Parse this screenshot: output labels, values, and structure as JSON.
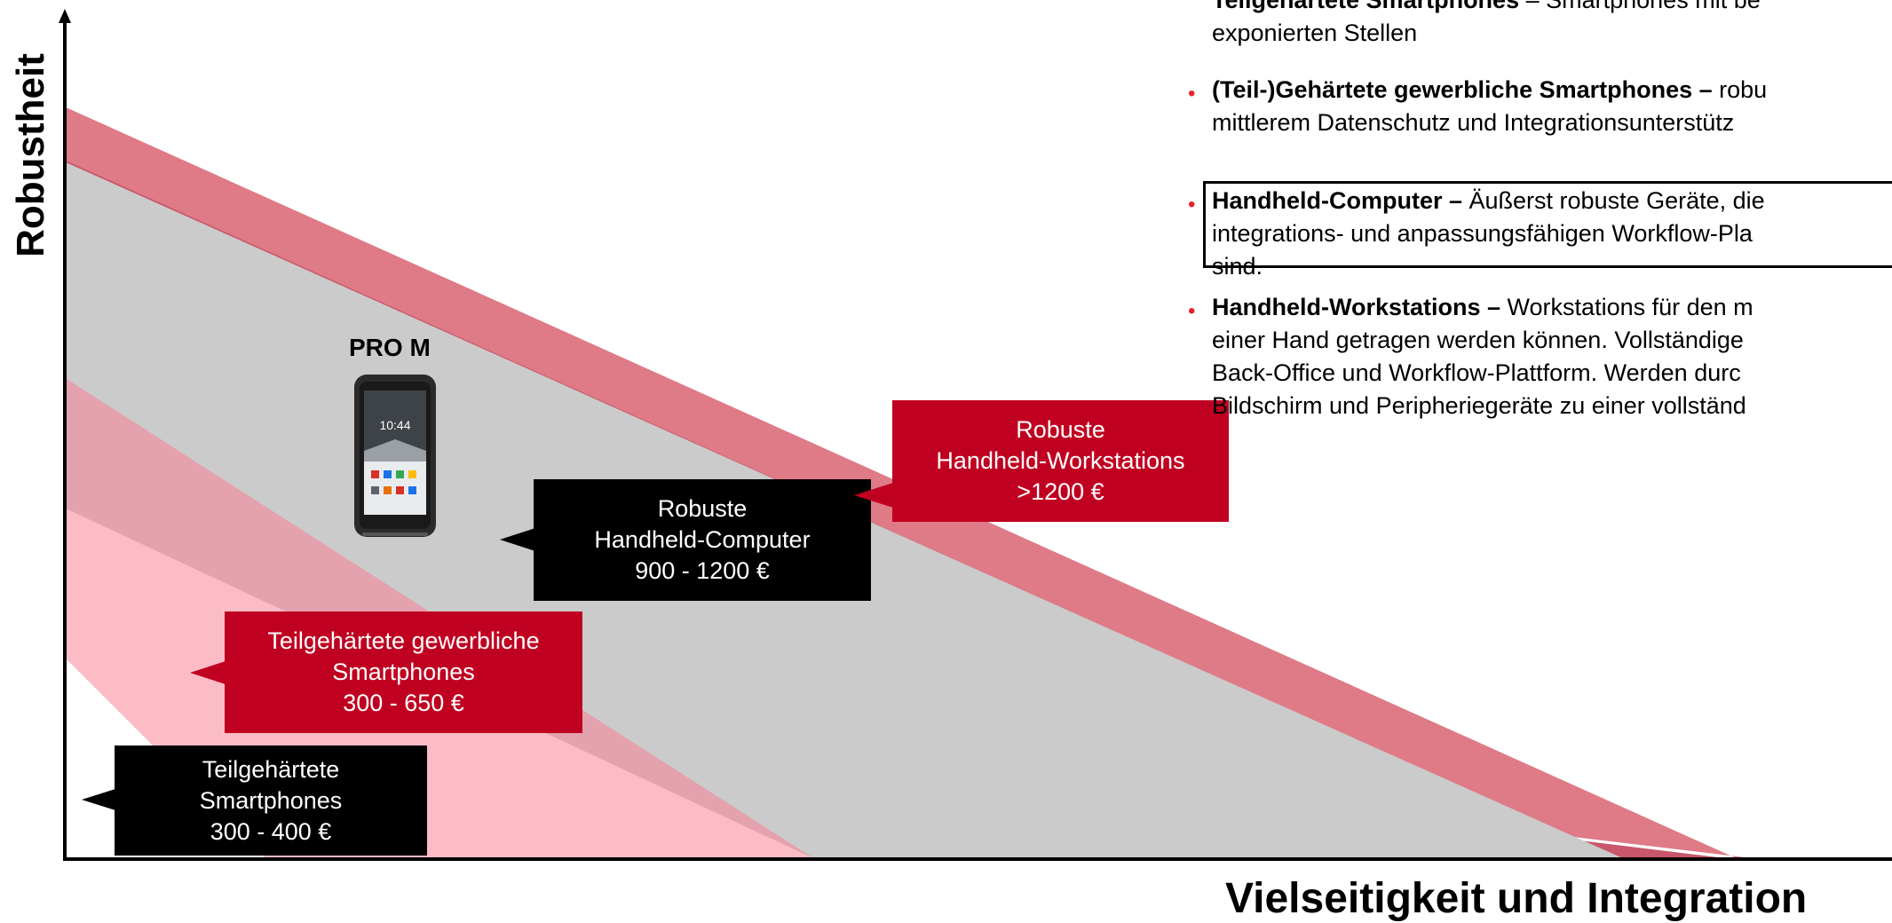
{
  "axes": {
    "y_label": "Robustheit",
    "x_label": "Vielseitigkeit und Integration"
  },
  "device": {
    "label": "PRO M",
    "screen_time": "10:44"
  },
  "callouts": [
    {
      "id": "smartphones",
      "lines": [
        "Teilgehärtete",
        "Smartphones",
        "300 - 400 €"
      ],
      "color": "#000000"
    },
    {
      "id": "business-smartphones",
      "lines": [
        "Teilgehärtete gewerbliche",
        "Smartphones",
        "300 - 650 €"
      ],
      "color": "#c00020"
    },
    {
      "id": "handheld-computer",
      "lines": [
        "Robuste",
        "Handheld-Computer",
        "900 - 1200 €"
      ],
      "color": "#000000"
    },
    {
      "id": "handheld-workstations",
      "lines": [
        "Robuste",
        "Handheld-Workstations",
        ">1200 €"
      ],
      "color": "#c00020"
    }
  ],
  "bullets": [
    {
      "bold": "Teilgehärtete Smartphones",
      "line1_rest": " – Smartphones mit be",
      "line2": "exponierten Stellen",
      "line3": "",
      "show_dot": false
    },
    {
      "bold": "(Teil-)Gehärtete gewerbliche Smartphones –",
      "line1_rest": " robu",
      "line2": "mittlerem Datenschutz und Integrationsunterstütz",
      "line3": "",
      "show_dot": true
    },
    {
      "bold": "Handheld-Computer –",
      "line1_rest": " Äußerst robuste Geräte, die",
      "line2": "integrations- und anpassungsfähigen Workflow-Pla",
      "line3": "sind.",
      "show_dot": true
    },
    {
      "bold": "Handheld-Workstations –",
      "line1_rest": " Workstations für den m",
      "line2": "einer Hand getragen werden können. Vollständige",
      "line3": "Back-Office und Workflow-Plattform. Werden durc",
      "line4": "Bildschirm und Peripheriegeräte zu einer vollständ",
      "show_dot": true
    }
  ],
  "colors": {
    "band_workstation": "#c9566a",
    "band_workstation_light": "#df7a87",
    "band_computer": "#cbcbcb",
    "band_business": "#e3a2ad",
    "band_smartphone": "#fbbcc6",
    "accent_red": "#c00020",
    "bullet_red": "#e8212b"
  }
}
